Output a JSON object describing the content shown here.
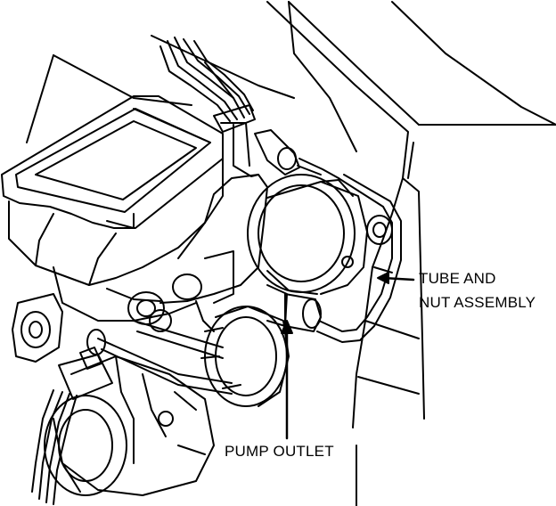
{
  "diagram": {
    "labels": {
      "tube_and_nut_line1": "TUBE AND",
      "tube_and_nut_line2": "NUT ASSEMBLY",
      "pump_outlet": "PUMP OUTLET"
    },
    "colors": {
      "ink": "#000000",
      "paper": "#ffffff"
    }
  }
}
